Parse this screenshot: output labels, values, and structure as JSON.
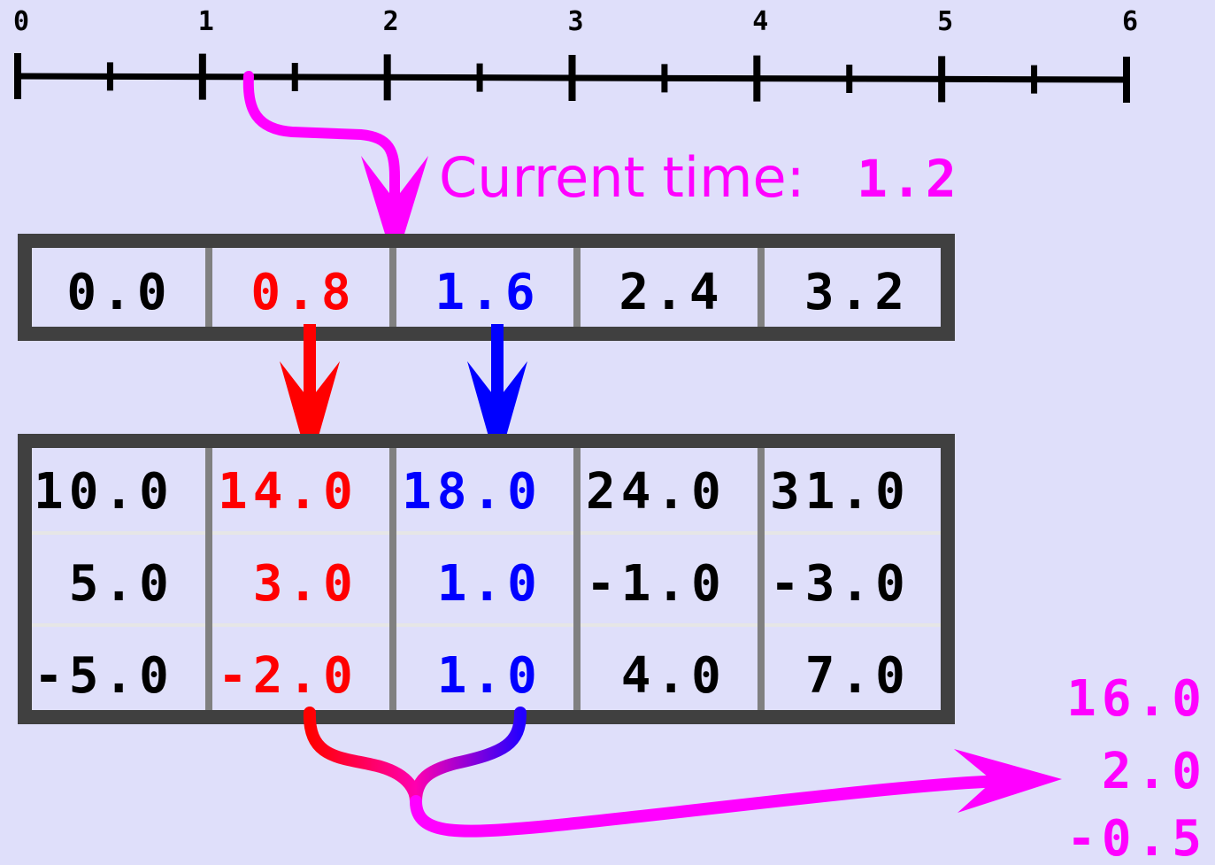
{
  "timeline": {
    "tick_labels": [
      "0",
      "1",
      "2",
      "3",
      "4",
      "5",
      "6"
    ]
  },
  "current_time": {
    "label": "Current time:",
    "value": "1.2"
  },
  "times_row": {
    "cells": [
      "0.0",
      "0.8",
      "1.6",
      "2.4",
      "3.2"
    ]
  },
  "values_table": {
    "rows": [
      [
        "10.0",
        "14.0",
        "18.0",
        "24.0",
        "31.0"
      ],
      [
        " 5.0",
        " 3.0",
        " 1.0",
        "-1.0",
        "-3.0"
      ],
      [
        "-5.0",
        "-2.0",
        " 1.0",
        " 4.0",
        " 7.0"
      ]
    ]
  },
  "result": {
    "values": [
      "16.0",
      " 2.0",
      "-0.5"
    ]
  },
  "colors": {
    "background": "#dfdffa",
    "magenta": "#ff00ff",
    "red": "#ff0000",
    "blue": "#0000ff",
    "black": "#000000",
    "frame": "#404040",
    "divider": "#808080"
  }
}
